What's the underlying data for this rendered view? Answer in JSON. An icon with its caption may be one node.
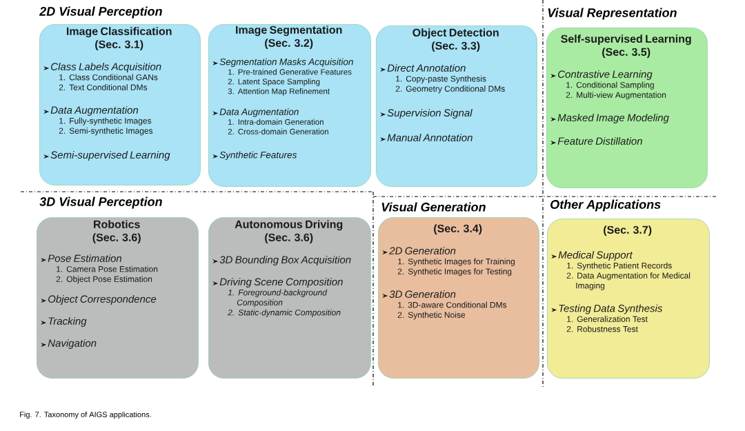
{
  "diagram": {
    "caption": "Fig. 7. Taxonomy of AIGS applications.",
    "nodes": [
      {
        "text": [
          "Image Classification",
          "(Sec. 3.1)",
          "Class Labels Acquisition",
          "1. Class Conditional GANs",
          "2. Text Conditional DMs",
          "Data Augmentation",
          "1. Fully-synthetic Images",
          "2. Semi-synthetic Images",
          "Semi-supervised Learning"
        ]
      },
      {
        "text": [
          "Image Segmentation",
          "(Sec. 3.2)",
          "Segmentation Masks Acquisition",
          "1. Pre-trained Generative Features",
          "2. Latent Space Sampling",
          "3. Attention Map Refinement",
          "Data Augmentation",
          "1. Intra-domain Generation",
          "2. Cross-domain Generation",
          "Synthetic Features"
        ]
      },
      {
        "text": [
          "Object Detection",
          "(Sec. 3.3)",
          "Direct Annotation",
          "1. Copy-paste Synthesis",
          "2. Geometry Conditional DMs",
          "Supervision Signal",
          "Manual Annotation"
        ]
      },
      {
        "text": [
          "Self-supervised Learning",
          "(Sec. 3.5)",
          "Contrastive Learning",
          "1. Conditional Sampling",
          "2. Multi-view Augmentation",
          "Masked Image Modeling",
          "Feature Distillation"
        ]
      },
      {
        "text": [
          "Robotics",
          "(Sec. 3.6)",
          "Pose Estimation",
          "1. Camera Pose Estimation",
          "2. Object Pose Estimation",
          "Object Correspondence",
          "Tracking",
          "Navigation"
        ]
      },
      {
        "text": [
          "Autonomous Driving",
          "(Sec. 3.6)",
          "3D Bounding Box Acquisition",
          "Driving Scene Composition",
          "1. Foreground-background Composition",
          "2. Static-dynamic Composition"
        ]
      },
      {
        "text": [
          "(Sec. 3.4)",
          "2D Generation",
          "1. Synthetic Images for Training",
          "2. Synthetic Images for Testing",
          "3D Generation",
          "1. 3D-aware Conditional DMs",
          "2. Synthetic Noise"
        ]
      },
      {
        "text": [
          "(Sec. 3.7)",
          "Medical Support",
          "1. Synthetic Patient Records",
          "2. Data Augmentation for Medical Imaging",
          "Testing Data Synthesis",
          "1. Generalization Test",
          "2. Robustness Test"
        ]
      }
    ],
    "labels": [
      "2D Visual Perception",
      "Visual Representation",
      "3D Visual Perception",
      "Visual Generation",
      "Other Applications"
    ]
  }
}
